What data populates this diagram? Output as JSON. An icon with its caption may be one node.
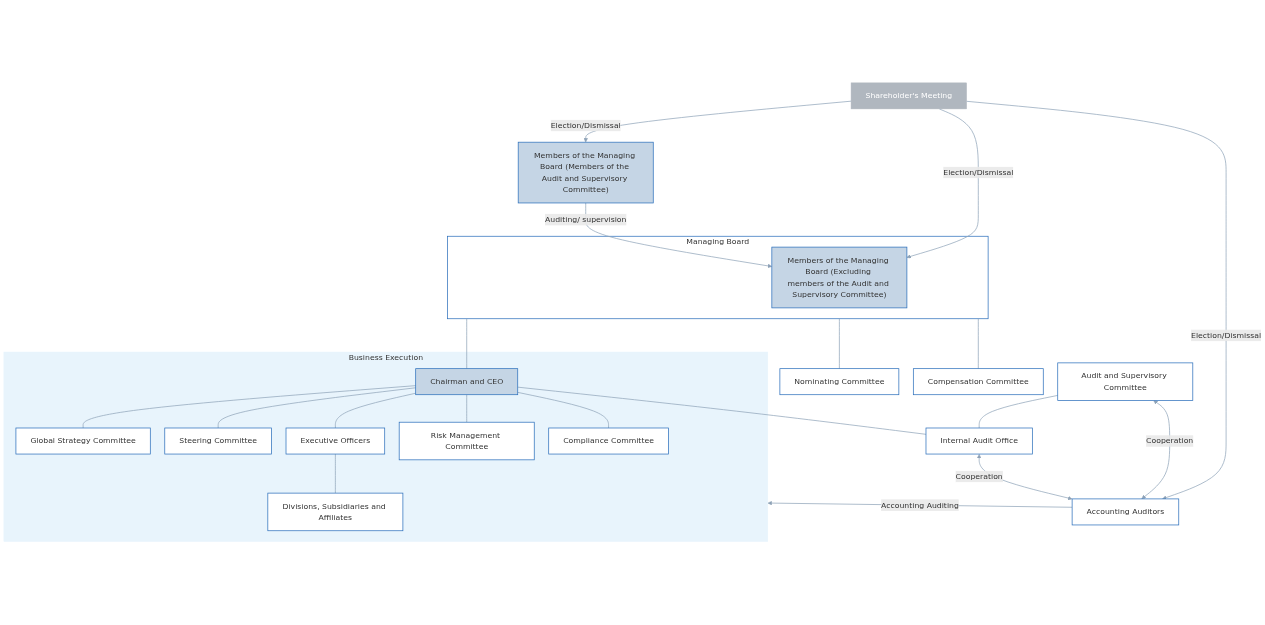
{
  "diagram": {
    "nodes": [
      {
        "text": [
          "Shareholder's Meeting"
        ]
      },
      {
        "text": [
          "Managing Board"
        ]
      },
      {
        "text": [
          "Members of the Managing Board (Excluding members of the Audit and Supervisory Committee)"
        ],
        "in": 1
      },
      {
        "text": [
          "Members of the Managing Board (Members of the Audit and Supervisory Committee)"
        ]
      },
      {
        "text": [
          "Audit and Supervisory Committee"
        ]
      },
      {
        "text": [
          "Accounting Auditors"
        ]
      },
      {
        "text": [
          "Nominating Committee"
        ]
      },
      {
        "text": [
          "Compensation Committee"
        ]
      },
      {
        "text": [
          "Business Execution"
        ]
      },
      {
        "text": [
          "Chairman and CEO"
        ],
        "in": 8
      },
      {
        "text": [
          "Internal Audit Office"
        ]
      },
      {
        "text": [
          "Global Strategy Committee"
        ],
        "in": 8
      },
      {
        "text": [
          "Steering Committee"
        ],
        "in": 8
      },
      {
        "text": [
          "Executive Officers"
        ],
        "in": 8
      },
      {
        "text": [
          "Divisions, Subsidiaries and Affiliates"
        ],
        "in": 8
      },
      {
        "text": [
          "Risk Management Committee"
        ],
        "in": 8
      },
      {
        "text": [
          "Compliance Committee"
        ],
        "in": 8
      }
    ],
    "edges": [
      {
        "from": 0,
        "to": 2,
        "arrow": "to",
        "label": "Election/Dismissal"
      },
      {
        "from": 0,
        "to": 3,
        "arrow": "to",
        "label": "Election/Dismissal"
      },
      {
        "from": 0,
        "to": 5,
        "arrow": "to",
        "label": "Election/Dismissal"
      },
      {
        "from": 3,
        "to": 2,
        "arrow": "to",
        "label": "Auditing/ supervision"
      },
      {
        "from": 4,
        "to": 5,
        "arrow": "both",
        "label": "Cooperation"
      },
      {
        "from": 10,
        "to": 5,
        "arrow": "both",
        "label": "Cooperation"
      },
      {
        "from": 5,
        "to": 8,
        "arrow": "to",
        "label": "Accounting Auditing"
      },
      {
        "from": 1,
        "to": 6,
        "arrow": "none"
      },
      {
        "from": 1,
        "to": 7,
        "arrow": "none"
      },
      {
        "from": 1,
        "to": 9,
        "arrow": "none"
      },
      {
        "from": 4,
        "to": 10,
        "arrow": "none"
      },
      {
        "from": 9,
        "to": 10,
        "arrow": "none"
      },
      {
        "from": 9,
        "to": 11,
        "arrow": "none"
      },
      {
        "from": 9,
        "to": 12,
        "arrow": "none"
      },
      {
        "from": 9,
        "to": 13,
        "arrow": "none"
      },
      {
        "from": 9,
        "to": 15,
        "arrow": "none"
      },
      {
        "from": 9,
        "to": 16,
        "arrow": "none"
      },
      {
        "from": 13,
        "to": 14,
        "arrow": "none"
      }
    ]
  }
}
